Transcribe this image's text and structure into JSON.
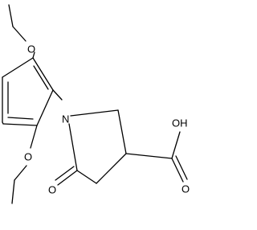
{
  "molecule": {
    "atoms": {
      "top_ether_oxygen": "O",
      "bottom_ether_oxygen": "O",
      "ring_nitrogen": "N",
      "carbonyl_oxygen": "O",
      "carboxyl_hydroxyl": "OH",
      "carboxyl_oxygen": "O"
    }
  }
}
